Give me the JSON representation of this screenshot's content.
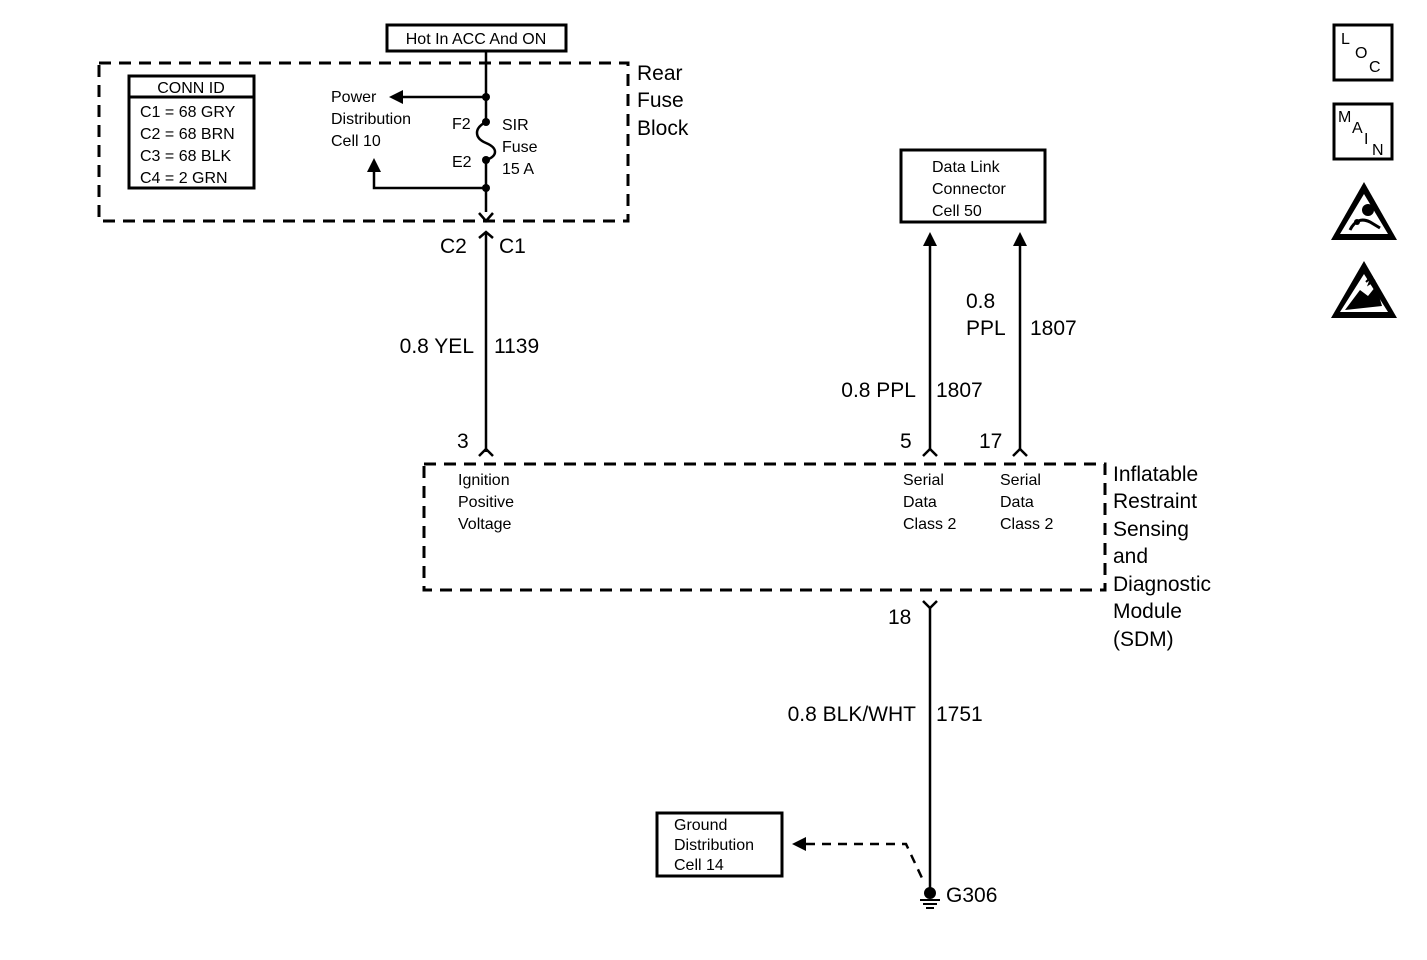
{
  "power_source": {
    "label": "Hot In ACC And ON"
  },
  "rear_fuse_block": {
    "name_lines": [
      "Rear",
      "Fuse",
      "Block"
    ],
    "conn_id": {
      "title": "CONN ID",
      "rows": [
        "C1 = 68 GRY",
        "C2 = 68 BRN",
        "C3 = 68 BLK",
        "C4 = 2 GRN"
      ]
    },
    "power_distribution": [
      "Power",
      "Distribution",
      "Cell 10"
    ],
    "fuse_terminals": {
      "top": "F2",
      "bottom": "E2"
    },
    "fuse_label": [
      "SIR",
      "Fuse",
      "15 A"
    ],
    "connectors": {
      "left": "C2",
      "right": "C1"
    }
  },
  "wires": {
    "ignition": {
      "size_color": "0.8 YEL",
      "circuit": "1139"
    },
    "serial_to_pin5": {
      "size_color": "0.8 PPL",
      "circuit": "1807"
    },
    "serial_to_pin17": {
      "size": "0.8",
      "color": "PPL",
      "circuit": "1807"
    },
    "ground": {
      "size_color": "0.8 BLK/WHT",
      "circuit": "1751"
    }
  },
  "data_link_connector": {
    "lines": [
      "Data Link",
      "Connector",
      "Cell 50"
    ]
  },
  "sdm": {
    "name_lines": [
      "Inflatable",
      "Restraint",
      "Sensing",
      "and",
      "Diagnostic",
      "Module",
      "(SDM)"
    ],
    "pins": {
      "ignition": {
        "number": "3",
        "lines": [
          "Ignition",
          "Positive",
          "Voltage"
        ]
      },
      "serial_5": {
        "number": "5",
        "lines": [
          "Serial",
          "Data",
          "Class 2"
        ]
      },
      "serial_17": {
        "number": "17",
        "lines": [
          "Serial",
          "Data",
          "Class 2"
        ]
      },
      "ground": {
        "number": "18"
      }
    }
  },
  "ground_distribution": {
    "lines": [
      "Ground",
      "Distribution",
      "Cell 14"
    ]
  },
  "ground_point": {
    "label": "G306"
  },
  "nav_icons": {
    "loc": {
      "letters": [
        "L",
        "O",
        "C"
      ]
    },
    "main": {
      "letters": [
        "M",
        "A",
        "I",
        "N"
      ]
    },
    "airbag_warning": "airbag-warning-icon",
    "esd_warning": "esd-warning-icon"
  }
}
